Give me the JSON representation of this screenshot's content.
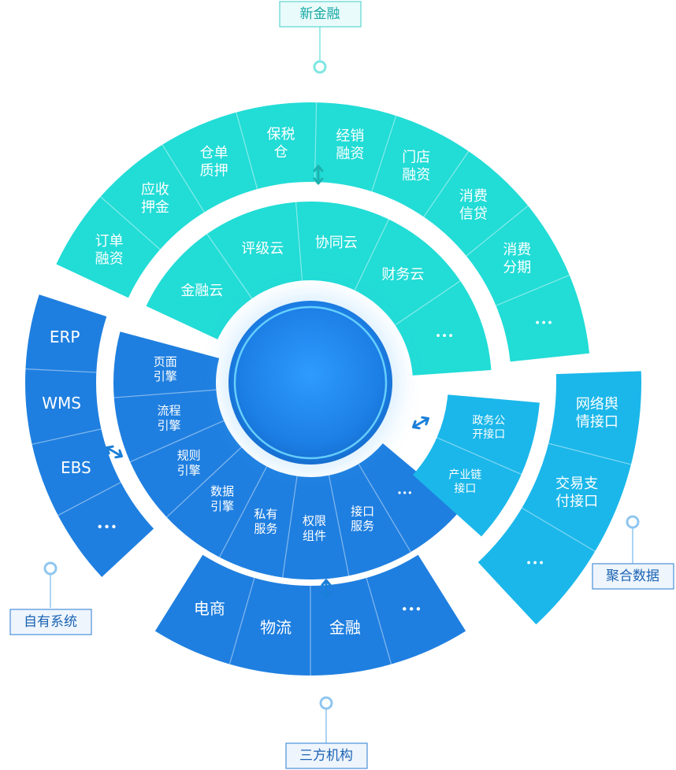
{
  "callouts": {
    "new_finance": "新金融",
    "own_systems": "自有系统",
    "aggregated_data": "聚合数据",
    "third_party": "三方机构"
  },
  "outer_finance_ring": [
    "订单\n融资",
    "应收\n押金",
    "仓单\n质押",
    "保税\n仓",
    "经销\n融资",
    "门店\n融资",
    "消费\n信贷",
    "消费\n分期",
    "•••"
  ],
  "inner_cloud_ring": [
    "金融云",
    "评级云",
    "协同云",
    "财务云",
    "•••"
  ],
  "own_systems_ring": [
    "ERP",
    "WMS",
    "EBS",
    "•••"
  ],
  "engine_ring": [
    "页面\n引擎",
    "流程\n引擎",
    "规则\n引擎",
    "数据\n引擎",
    "私有\n服务",
    "权限\n组件",
    "接口\n服务",
    "•••"
  ],
  "third_party_ring": [
    "电商",
    "物流",
    "金融",
    "•••"
  ],
  "aggregated_inner": [
    "政务公\n开接口",
    "产业链\n接口"
  ],
  "aggregated_outer": [
    "网络舆\n情接口",
    "交易支\n付接口",
    "•••"
  ],
  "colors": {
    "teal": "#22dcd6",
    "blue": "#1f7fe0",
    "sky": "#1bb7ea",
    "callout_teal_border": "#5ad6d2",
    "callout_blue_border": "#4a90d9"
  }
}
